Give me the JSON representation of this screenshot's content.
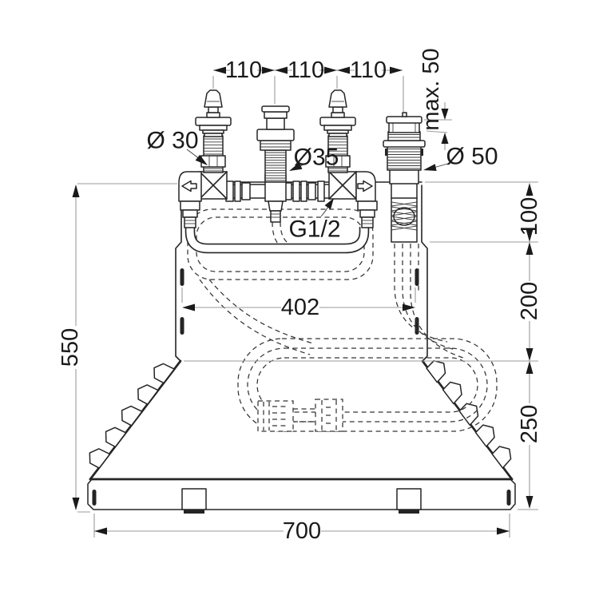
{
  "drawing": {
    "kind": "installation-dimension-drawing",
    "colors": {
      "line": "#252525",
      "dimension_line": "#9b9b9b",
      "text": "#1a1a1a",
      "background": "#ffffff"
    }
  },
  "dims": {
    "spacing_left": "110",
    "spacing_mid": "110",
    "spacing_right": "110",
    "mounting_depth": "max. 50",
    "dia_left_post": "Ø 30",
    "dia_center_post": "Ø35",
    "dia_right_post": "Ø 50",
    "thread_size": "G1/2",
    "slot_distance": "402",
    "total_height": "550",
    "upper_section": "100",
    "mid_section": "200",
    "lower_section": "250",
    "total_width": "700"
  }
}
